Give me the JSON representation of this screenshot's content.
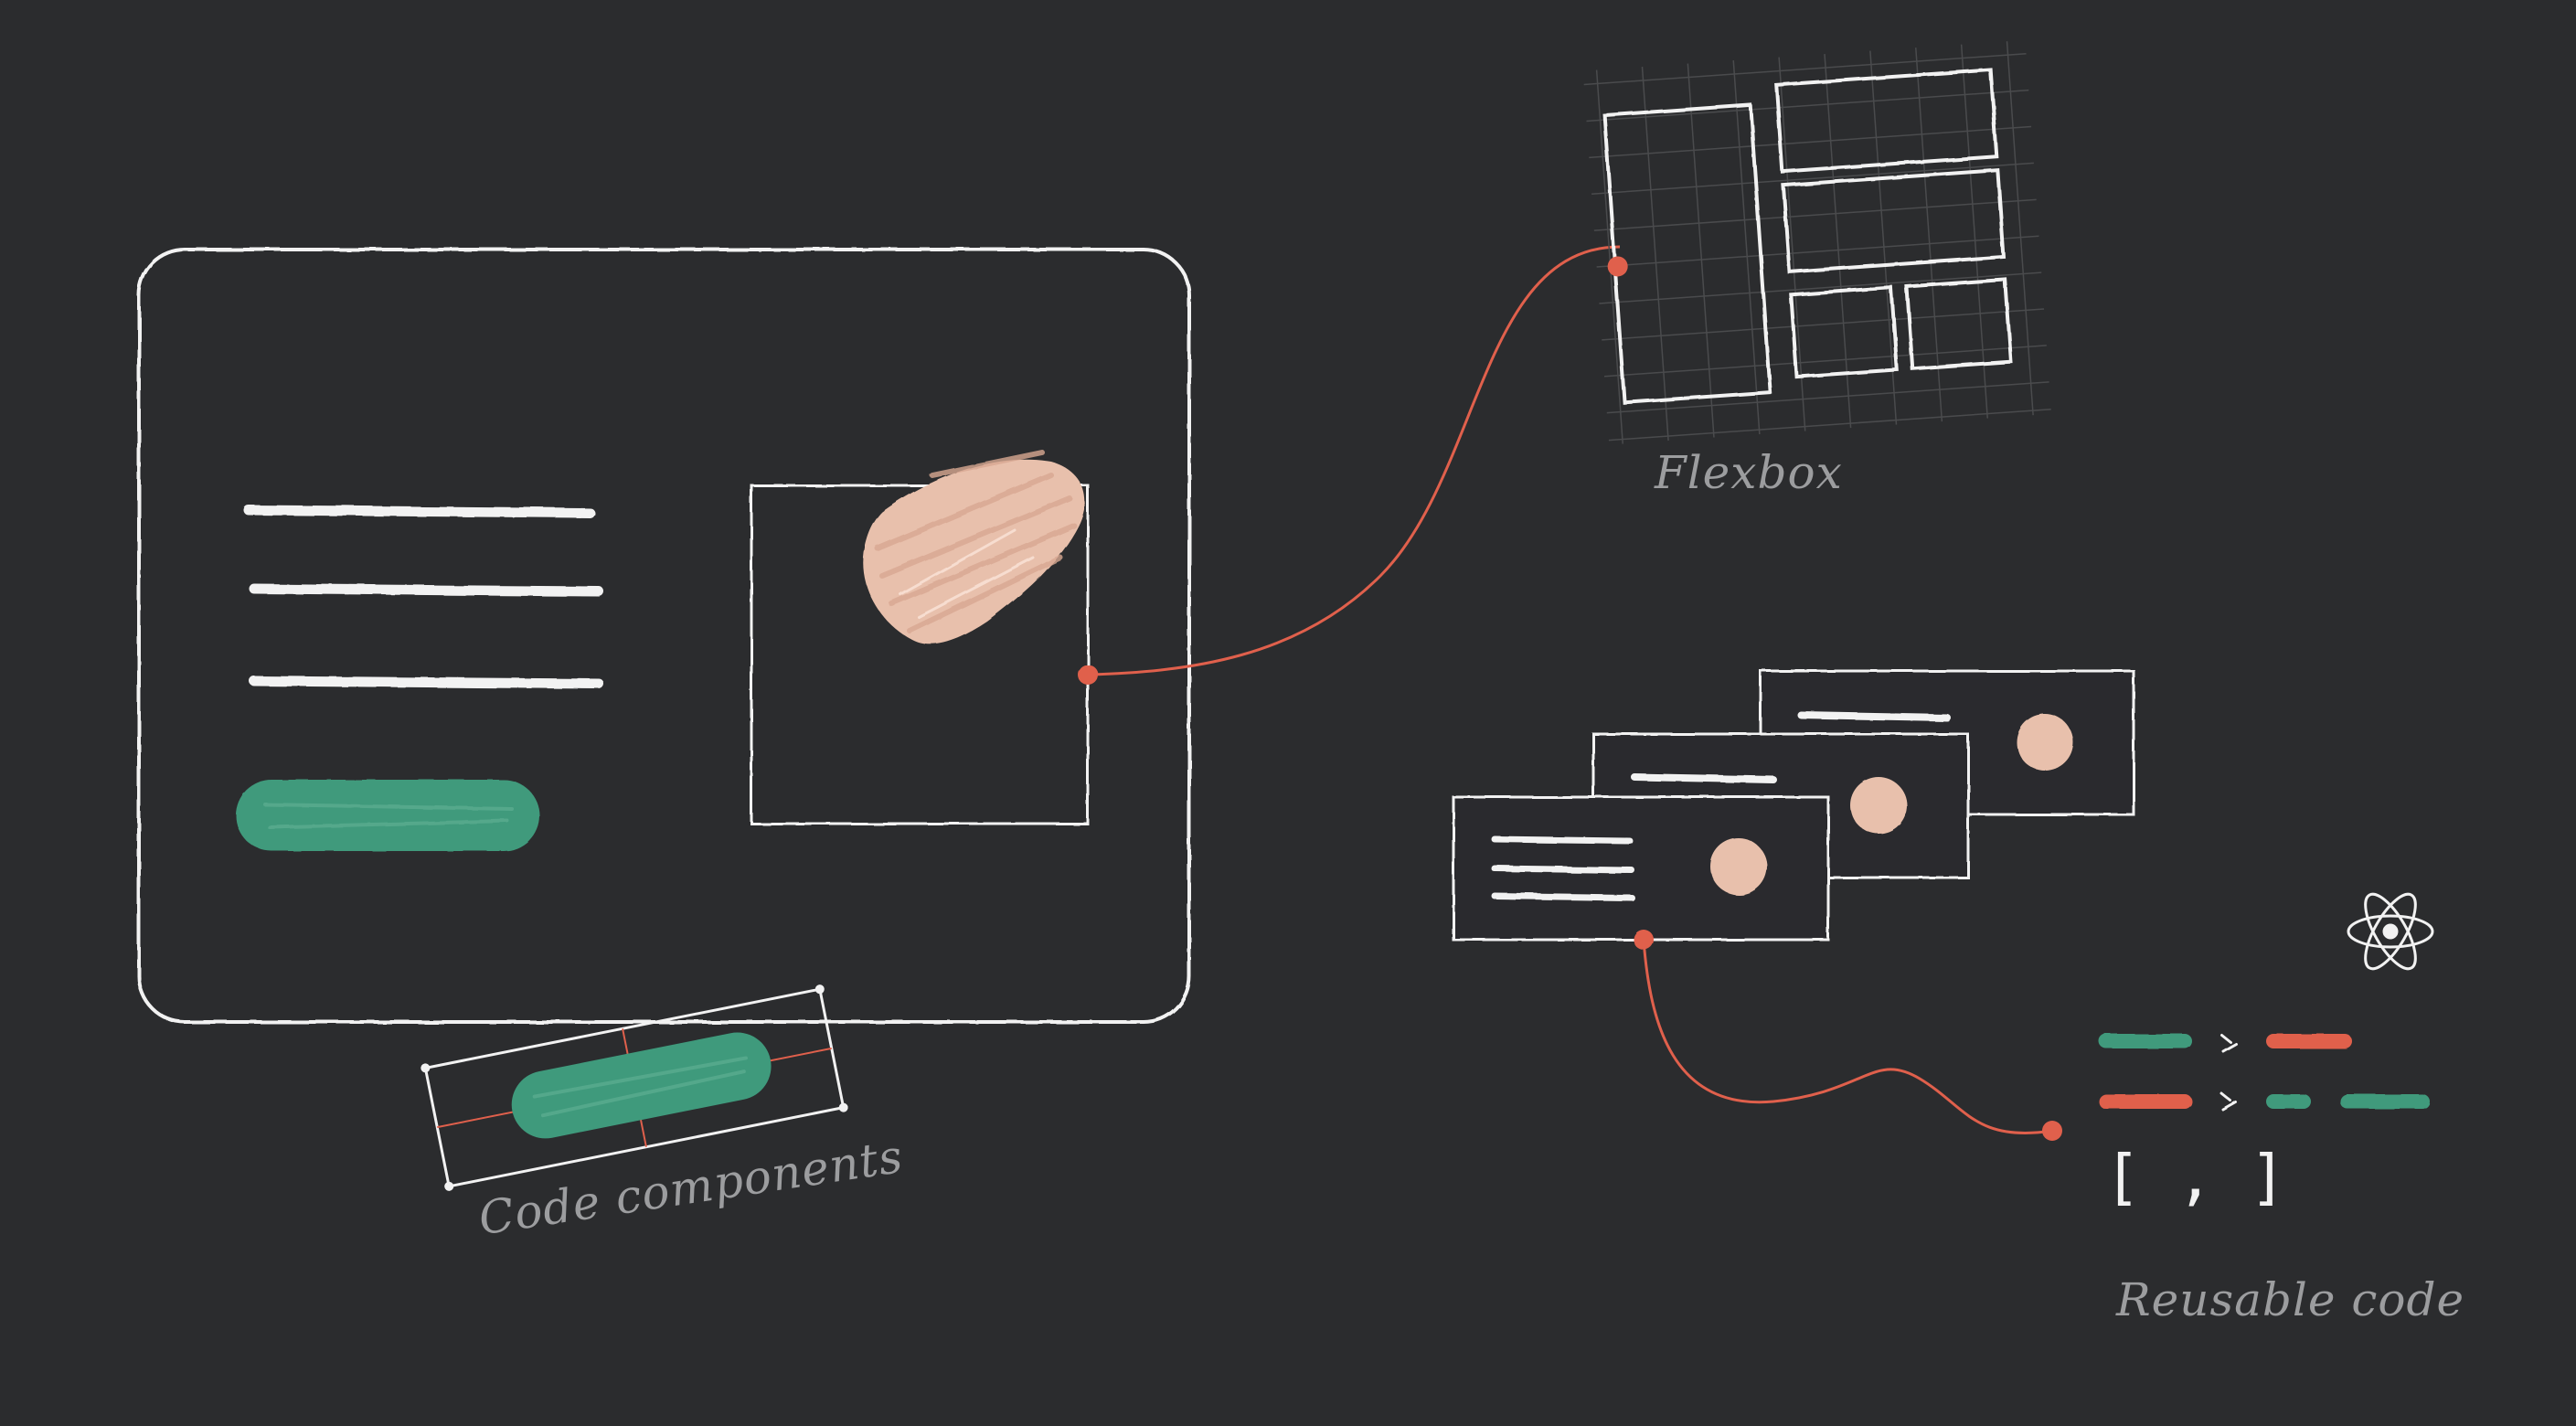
{
  "labels": {
    "code_components": "Code components",
    "flexbox": "Flexbox",
    "reusable_code": "Reusable code"
  },
  "code_snippet": {
    "brackets": "[ , ]"
  },
  "colors": {
    "background": "#2b2c2e",
    "stroke": "#f2f2f2",
    "accent_green": "#3f9a7c",
    "accent_coral": "#e0604c",
    "accent_peach": "#e8c0ac",
    "caption": "#9c9d9f",
    "grid": "#4a4b4d"
  },
  "icons": [
    "react-atom-icon"
  ]
}
